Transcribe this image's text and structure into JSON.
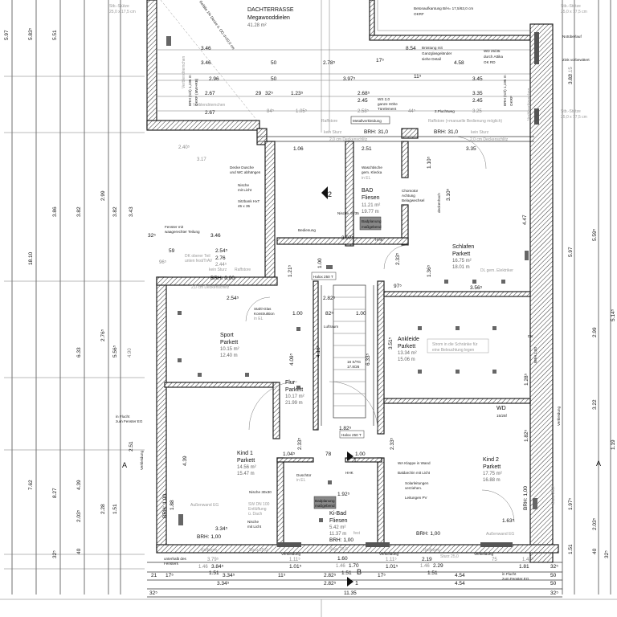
{
  "rooms": {
    "dachterrasse": {
      "name": "DACHTERRASSE",
      "floor": "Megawooddielen",
      "area": "41.28 m²"
    },
    "bad": {
      "name": "BAD",
      "floor": "Fliesen",
      "area": "11.21 m²",
      "perimeter": "19.77 m"
    },
    "schlafen": {
      "name": "Schlafen",
      "floor": "Parkett",
      "area": "16.75 m²",
      "perimeter": "18.01 m"
    },
    "sport": {
      "name": "Sport",
      "floor": "Parkett",
      "area": "10.15 m²",
      "perimeter": "12.40 m"
    },
    "ankleide": {
      "name": "Ankleide",
      "floor": "Parkett",
      "area": "13.34 m²",
      "perimeter": "15.06 m"
    },
    "flur": {
      "name": "Flur",
      "floor": "Parkett",
      "area": "10.17 m²",
      "perimeter": "21.99 m"
    },
    "kind1": {
      "name": "Kind 1",
      "floor": "Parkett",
      "area": "14.56 m²",
      "perimeter": "15.47 m"
    },
    "kind2": {
      "name": "Kind 2",
      "floor": "Parkett",
      "area": "17.75 m²",
      "perimeter": "16.88 m"
    },
    "kibad": {
      "name": "Ki-Bad",
      "floor": "Fliesen",
      "area": "5.42 m²",
      "perimeter": "11.37 m"
    },
    "luftraum": {
      "name": "Luftraum"
    }
  },
  "notes": {
    "betonaufkantung": "Betonaufkantung B/H= 17,5/63,0 cm",
    "okrf": "OKRF",
    "bruestung1": "Brüstung mit",
    "bruestung2": "Ganzglasgeländer",
    "bruestung3": "siehe Detail",
    "wd1": "WD 25/35",
    "wd2": "durch Attika",
    "wd3": "OK RD",
    "notuberlauf": "Notüberlauf",
    "zink": "Zink vorbewittert",
    "stb_stuetze": "Stb.-Stütze",
    "stb_dim": "25,0 x 17,5 cm",
    "verblend": "Verblendriemchen",
    "brh_left": "BRH (roh) 1,195 m",
    "okrf_mw": "OKRF (MW+RB)",
    "brh_right": "BRH (roh) 1,195 m",
    "gefaelle": "Gefälle 1% Decke ü. OG d=20,0 cm",
    "raffstore": "Raffstore",
    "metall": "Metallverkleidung",
    "raffstore_manual": "Raffstore (+manuelle Bedienung möglich)",
    "fluchtweg": "2.Fluchtweg",
    "ws1": "WS 2,0",
    "ws2": "ganze Höhe",
    "ws3": "Türelement",
    "kein_sturz": "kein Sturz",
    "brh31": "BRH: 31,0",
    "deckenschlitz": "2,0 cm Deckenschlitz",
    "decke_dusche1": "Decke Dusche",
    "decke_dusche2": "und WC abhängen",
    "nische1": "Nische",
    "nische2": "mit Licht",
    "sitzbank1": "Sitzbank HxT",
    "sitzbank2": "45 x 35",
    "nische40": "Nische 40/35",
    "bedienung": "Bedienung",
    "waschtische1": "Waschtische",
    "waschtische2": "gem. Klecka",
    "in_el": "in EL",
    "chromotuer1": "Chomotür",
    "chromotuer2": "Achtung",
    "chromotuer3": "Belagwechsel",
    "deckenhoch": "deckenhoch",
    "badplanung1": "Badplanung",
    "badplanung2": "maßgebend",
    "fenster1": "Fenster mit",
    "fenster2": "waagerechter Teilung",
    "dk1": "DK oberer Teil",
    "dk2": "unten fest/TrAV",
    "brh000": "BRH: 0,00",
    "halox": "Halox 250 T",
    "dl": "DL gem. Elektriker",
    "stahlglas1": "Stahl-Glas",
    "stahlglas2": "Konstruktion",
    "strom1": "Strom in die Schränke für",
    "strom2": "eine Beleuchtung legen",
    "stufen1": "18 S/TG",
    "stufen2": "17.8/26",
    "wd_ankleide": "WD",
    "wd_ankleide2": "15/25f",
    "verkleidung": "Verkleidung",
    "wa_klappe": "WA Klappe in Wand",
    "baldachin": "Baldarchin mit Licht",
    "solar1": "Solarleitungen",
    "solar2": "verziehen.",
    "leitungen_pv": "Leitungen PV",
    "duschtuer": "Duschtür",
    "nische30": "Nische 30x30",
    "sw1": "SW DN 100",
    "sw2": "Entlüftung",
    "sw3": "ü. Dach",
    "aussenwand": "Außenwand EG",
    "brh100": "BRH: 1,00",
    "brh100b": "BRH 1,00",
    "sturz": "Sturz 25,0",
    "unterhalb1": "unterhalb des",
    "unterhalb2": "Fensters",
    "flucht1": "in Flucht",
    "flucht2": "zum Fenster EG",
    "section_a": "A",
    "section_b": "B",
    "stair_no": "1",
    "stair_no2": "2",
    "hhk": "HHK",
    "fest": "fest",
    "dk": "DK"
  },
  "dims_top": [
    "3.46",
    "3.46",
    "2.96",
    "2.67",
    "2.67",
    "50",
    "50",
    "2.78⁵",
    "3.97⁵",
    "1.23⁵",
    "2.68⁵",
    "2.45",
    "2.58⁵",
    "1.05⁵",
    "84⁵",
    "17⁵",
    "11⁵",
    "8.54",
    "4.58",
    "3.45",
    "3.35",
    "2.45",
    "3.25",
    "29",
    "32⁵",
    "44⁵"
  ],
  "dims_mid": [
    "1.06",
    "2.51",
    "3.35",
    "2.40⁵",
    "3.17",
    "3.46",
    "2.54⁵",
    "2.76",
    "2.44⁵",
    "3.97⁵",
    "3.56⁵",
    "1.10⁵",
    "3.10⁵",
    "4.47",
    "1.36⁵",
    "1.00",
    "2.33⁵",
    "97⁵",
    "1.21⁵",
    "2.82⁵",
    "2.54⁵",
    "82⁵",
    "1.00",
    "1.00",
    "4.16⁵",
    "4.09⁵",
    "6.33⁵",
    "3.51⁵",
    "1.28⁵",
    "1.82⁵",
    "1.82⁵",
    "2.33⁵",
    "1.04⁵",
    "78",
    "1.00",
    "2.33⁵",
    "4.39",
    "1.88",
    "3.34⁵",
    "1.63⁵",
    "1.92⁵",
    "96⁵",
    "32⁵",
    "59"
  ],
  "dims_bottom": [
    "3.79⁵",
    "1.46",
    "3.84⁵",
    "1.51",
    "3.34⁵",
    "3.34⁵",
    "1.11⁵",
    "1.01⁵",
    "1.60",
    "1.46",
    "1.70",
    "1.51",
    "2.82⁵",
    "2.82⁵",
    "1.11⁵",
    "1.01⁵",
    "2.19",
    "1.46",
    "2.29",
    "1.51",
    "4.54",
    "4.54",
    "75",
    "1.43⁵",
    "1.81",
    "32⁵",
    "50",
    "50",
    "11.35",
    "32⁵",
    "21",
    "17⁵",
    "11⁵",
    "17⁵"
  ],
  "dims_left": [
    "5.97",
    "5.83⁵",
    "5.51",
    "18.10",
    "3.86",
    "3.82",
    "2.99",
    "3.82",
    "3.43",
    "8.27",
    "6.33",
    "2.76⁵",
    "5.56⁵",
    "7.62",
    "4.39",
    "2.28",
    "1.51",
    "2.03⁵",
    "40",
    "32⁵",
    "4.90",
    "2.51"
  ],
  "dims_right": [
    "5.97",
    "5.59⁵",
    "5.14⁵",
    "2.99",
    "3.22",
    "1.19",
    "2.03⁵",
    "1.97⁵",
    "1.51",
    "3.15",
    "3.82",
    "40",
    "32⁵",
    "1⁵"
  ]
}
